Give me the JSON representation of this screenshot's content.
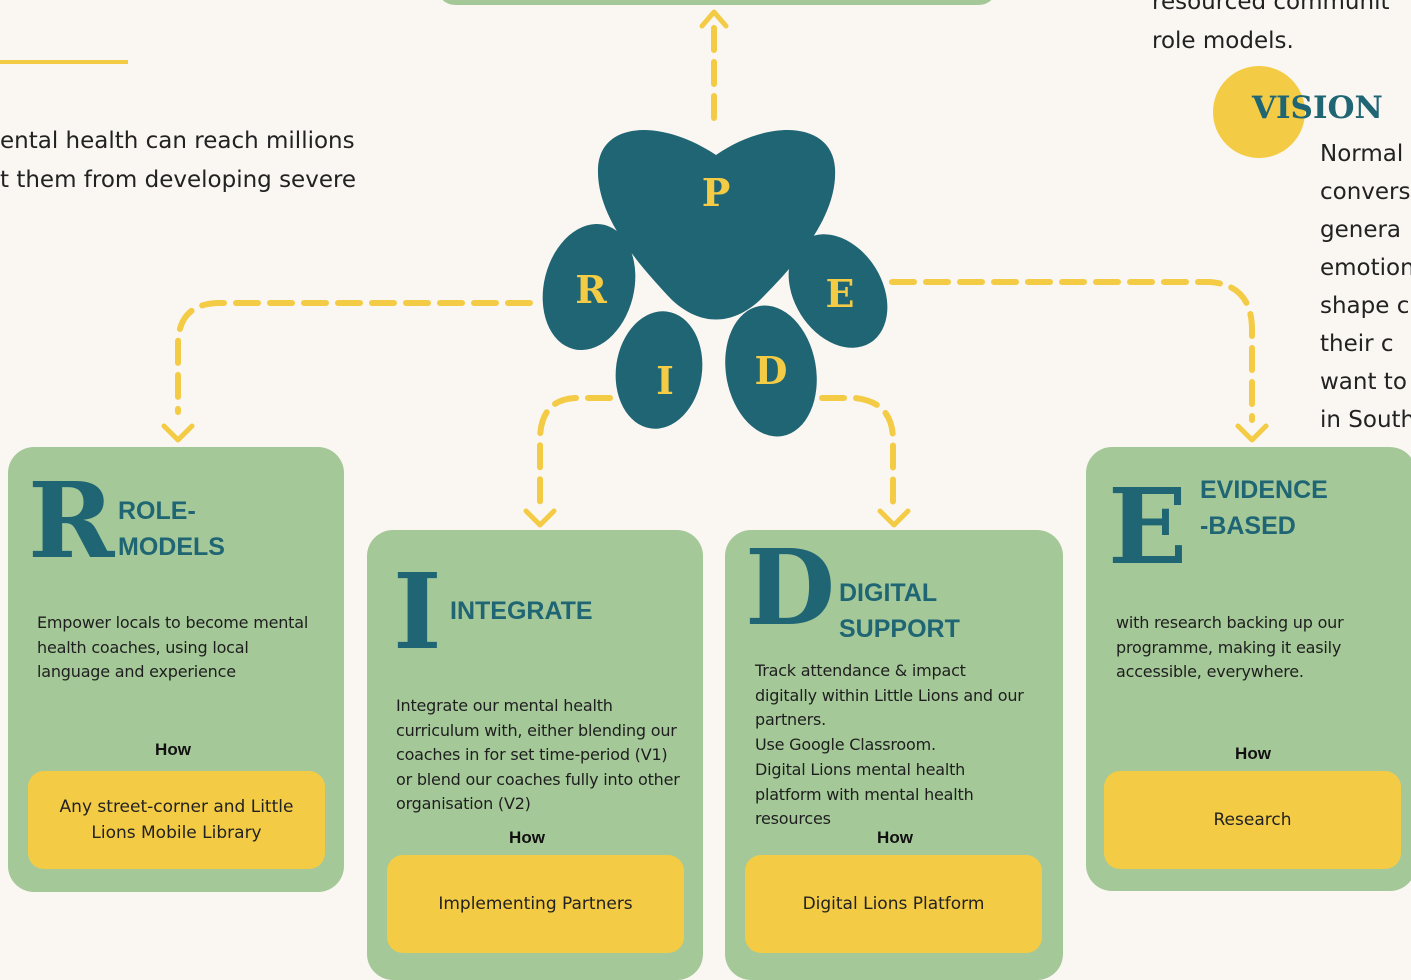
{
  "intro": {
    "line1": "ental health can reach millions",
    "line2": "t them from developing severe"
  },
  "top_right": {
    "line1": "resourced  communit",
    "line2": "role models."
  },
  "vision": {
    "heading": "VISION",
    "lines": [
      "Normal",
      "convers",
      "genera",
      "emotion",
      "shape c",
      "their  c",
      "want to",
      "in South"
    ]
  },
  "paw": {
    "P": "P",
    "R": "R",
    "I": "I",
    "D": "D",
    "E": "E"
  },
  "cards": {
    "roles": {
      "letter": "R",
      "title_l1": "ROLE-",
      "title_l2": "MODELS",
      "desc": "Empower locals to become mental health coaches, using local language and experience",
      "how": "How",
      "box": "Any street-corner and Little Lions Mobile Library"
    },
    "integrate": {
      "letter": "I",
      "title_l1": "INTEGRATE",
      "desc": " Integrate our mental health curriculum with, either blending our coaches in for set time-period (V1) or blend our coaches fully into other organisation (V2)",
      "how": "How",
      "box": "Implementing Partners"
    },
    "digital": {
      "letter": "D",
      "title_l1": "DIGITAL",
      "title_l2": "SUPPORT",
      "desc_l1": "Track attendance & impact digitally within Little Lions and our partners.",
      "desc_l2": "Use Google Classroom.",
      "desc_l3": "Digital Lions mental health platform with mental health resources",
      "how": "How",
      "box": "Digital Lions Platform"
    },
    "evidence": {
      "letter": "E",
      "title_l1": "EVIDENCE",
      "title_l2": "-BASED",
      "desc": "with research backing up our programme, making it easily accessible, everywhere.",
      "how": "How",
      "box": "Research"
    }
  },
  "colors": {
    "teal": "#1f6573",
    "green": "#a5c899",
    "yellow": "#f3cb45",
    "background": "#faf7f3"
  }
}
